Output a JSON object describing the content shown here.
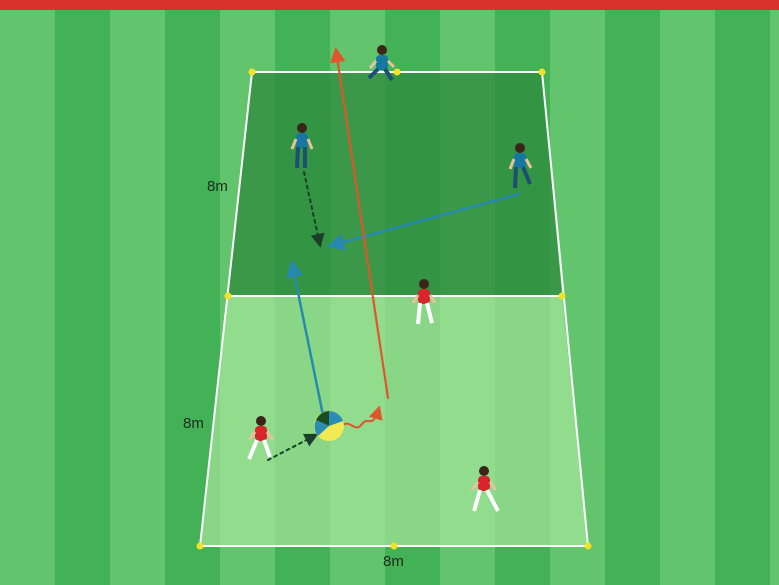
{
  "labels": {
    "side_top": "8m",
    "side_bottom": "8m",
    "bottom": "8m"
  },
  "colors": {
    "top_bar": "#d9322b",
    "grass_light": "#5fc46b",
    "grass_dark": "#3fae52",
    "zone_top": "#2f8c3e",
    "zone_bottom": "#9be08f",
    "cone": "#f3e229",
    "red_team": "#d7262b",
    "blue_team": "#1677a3",
    "pass_arrow": "#1f8fb0",
    "run_arrow": "#e0552c",
    "dotted_arrow": "#1c3f2a"
  },
  "players": {
    "blue": [
      "blue-player-top",
      "blue-player-left",
      "blue-player-right"
    ],
    "red": [
      "red-player-middle",
      "red-player-left",
      "red-player-bottom"
    ]
  }
}
